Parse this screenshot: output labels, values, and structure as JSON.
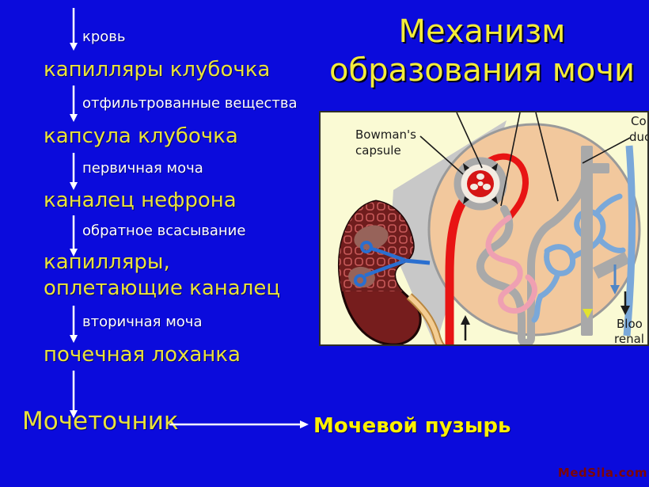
{
  "title": {
    "line1": "Механизм",
    "line2": "образования мочи"
  },
  "flow": {
    "blood": "кровь",
    "stage1": "капилляры клубочка",
    "filtered": "отфильтрованные вещества",
    "stage2": "капсула клубочка",
    "primary_urine": "первичная моча",
    "stage3": "каналец нефрона",
    "reabsorption": "обратное всасывание",
    "stage4_line1": "капилляры,",
    "stage4_line2": "оплетающие каналец",
    "secondary_urine": "вторичная моча",
    "stage5": "почечная лоханка",
    "ureter": "Мочеточник",
    "bladder": "Мочевой пузырь"
  },
  "diagram": {
    "bowmans_line1": "Bowman's",
    "bowmans_line2": "capsule",
    "collecting_line1": "Col",
    "collecting_line2": "duc",
    "blood_line1": "Bloo",
    "blood_line2": "renal"
  },
  "watermark": "MedSila.com",
  "colors": {
    "bg": "#0b0bdc",
    "flow_yellow": "#e9e23a",
    "title_yellow": "#f3ec39",
    "bladder_yellow": "#fdf000",
    "white": "#ffffff",
    "watermark_red": "#7d0606",
    "panel_bg": "#fafad4",
    "panel_border": "#2f2f28",
    "wedge": "#c8c8c8",
    "circle_fill": "#f2c89d",
    "circle_stroke": "#9a9a9a",
    "artery": "#e81414",
    "vein": "#7aa8d9",
    "vein_dark": "#4f86c6",
    "tubule": "#a9a9a9",
    "capillary": "#efa0b2",
    "kidney": "#761d1d",
    "kidney_cell": "#c85a5a",
    "pelvis_brown": "#97635a",
    "hilum_blue": "#2a6fd0",
    "ureter_tan": "#f4cd92",
    "ureter_edge": "#b9873f",
    "duct_arrow": "#e3e32e",
    "label_dark": "#1b1b1b"
  }
}
